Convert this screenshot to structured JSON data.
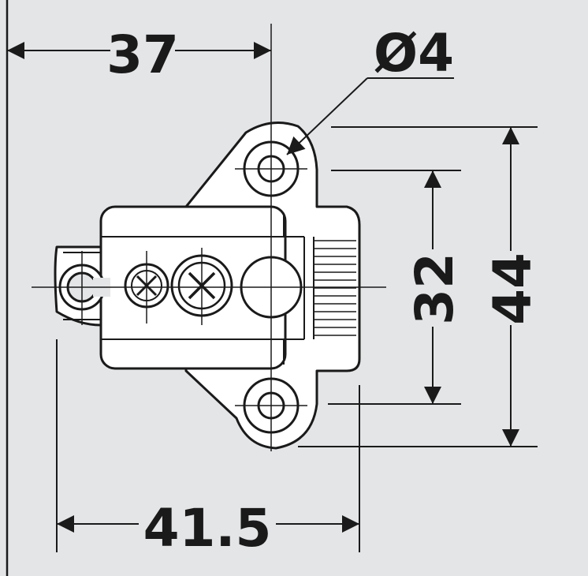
{
  "dimensions": {
    "width_top": "37",
    "hole_diameter": "Ø4",
    "hole_spacing": "32",
    "overall_height": "44",
    "width_bottom": "41.5"
  },
  "colors": {
    "background": "#e4e5e7",
    "part_fill": "#ffffff",
    "line": "#1a1a1a"
  }
}
